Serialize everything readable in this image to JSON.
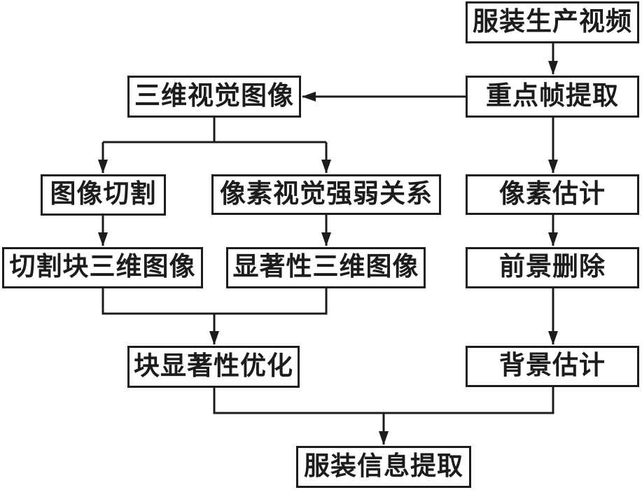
{
  "diagram": {
    "type": "flowchart",
    "language": "zh-CN",
    "colors": {
      "ink": "#1c1c1c",
      "background": "#ffffff"
    },
    "nodes": {
      "source_video": {
        "label": "服装生产视频"
      },
      "keyframe_extraction": {
        "label": "重点帧提取"
      },
      "three_d_visual_image": {
        "label": "三维视觉图像"
      },
      "image_segmentation": {
        "label": "图像切割"
      },
      "pixel_visual_strength": {
        "label": "像素视觉强弱关系"
      },
      "pixel_estimation": {
        "label": "像素估计"
      },
      "segmented_block_3d": {
        "label": "切割块三维图像"
      },
      "saliency_3d_image": {
        "label": "显著性三维图像"
      },
      "foreground_removal": {
        "label": "前景删除"
      },
      "block_saliency_optim": {
        "label": "块显著性优化"
      },
      "background_estimation": {
        "label": "背景估计"
      },
      "garment_info_extraction": {
        "label": "服装信息提取"
      }
    },
    "edges": [
      {
        "from": "source_video",
        "to": "keyframe_extraction",
        "style": "arrow"
      },
      {
        "from": "keyframe_extraction",
        "to": "three_d_visual_image",
        "style": "arrow"
      },
      {
        "from": "keyframe_extraction",
        "to": "pixel_estimation",
        "style": "arrow"
      },
      {
        "from": "three_d_visual_image",
        "to": "image_segmentation",
        "style": "arrow-branch"
      },
      {
        "from": "three_d_visual_image",
        "to": "pixel_visual_strength",
        "style": "arrow-branch"
      },
      {
        "from": "image_segmentation",
        "to": "segmented_block_3d",
        "style": "arrow"
      },
      {
        "from": "pixel_visual_strength",
        "to": "saliency_3d_image",
        "style": "arrow"
      },
      {
        "from": "segmented_block_3d",
        "to": "block_saliency_optim",
        "style": "arrow-merge"
      },
      {
        "from": "saliency_3d_image",
        "to": "block_saliency_optim",
        "style": "arrow-merge"
      },
      {
        "from": "pixel_estimation",
        "to": "foreground_removal",
        "style": "arrow"
      },
      {
        "from": "foreground_removal",
        "to": "background_estimation",
        "style": "arrow"
      },
      {
        "from": "block_saliency_optim",
        "to": "garment_info_extraction",
        "style": "arrow-merge"
      },
      {
        "from": "background_estimation",
        "to": "garment_info_extraction",
        "style": "arrow-merge"
      }
    ]
  }
}
